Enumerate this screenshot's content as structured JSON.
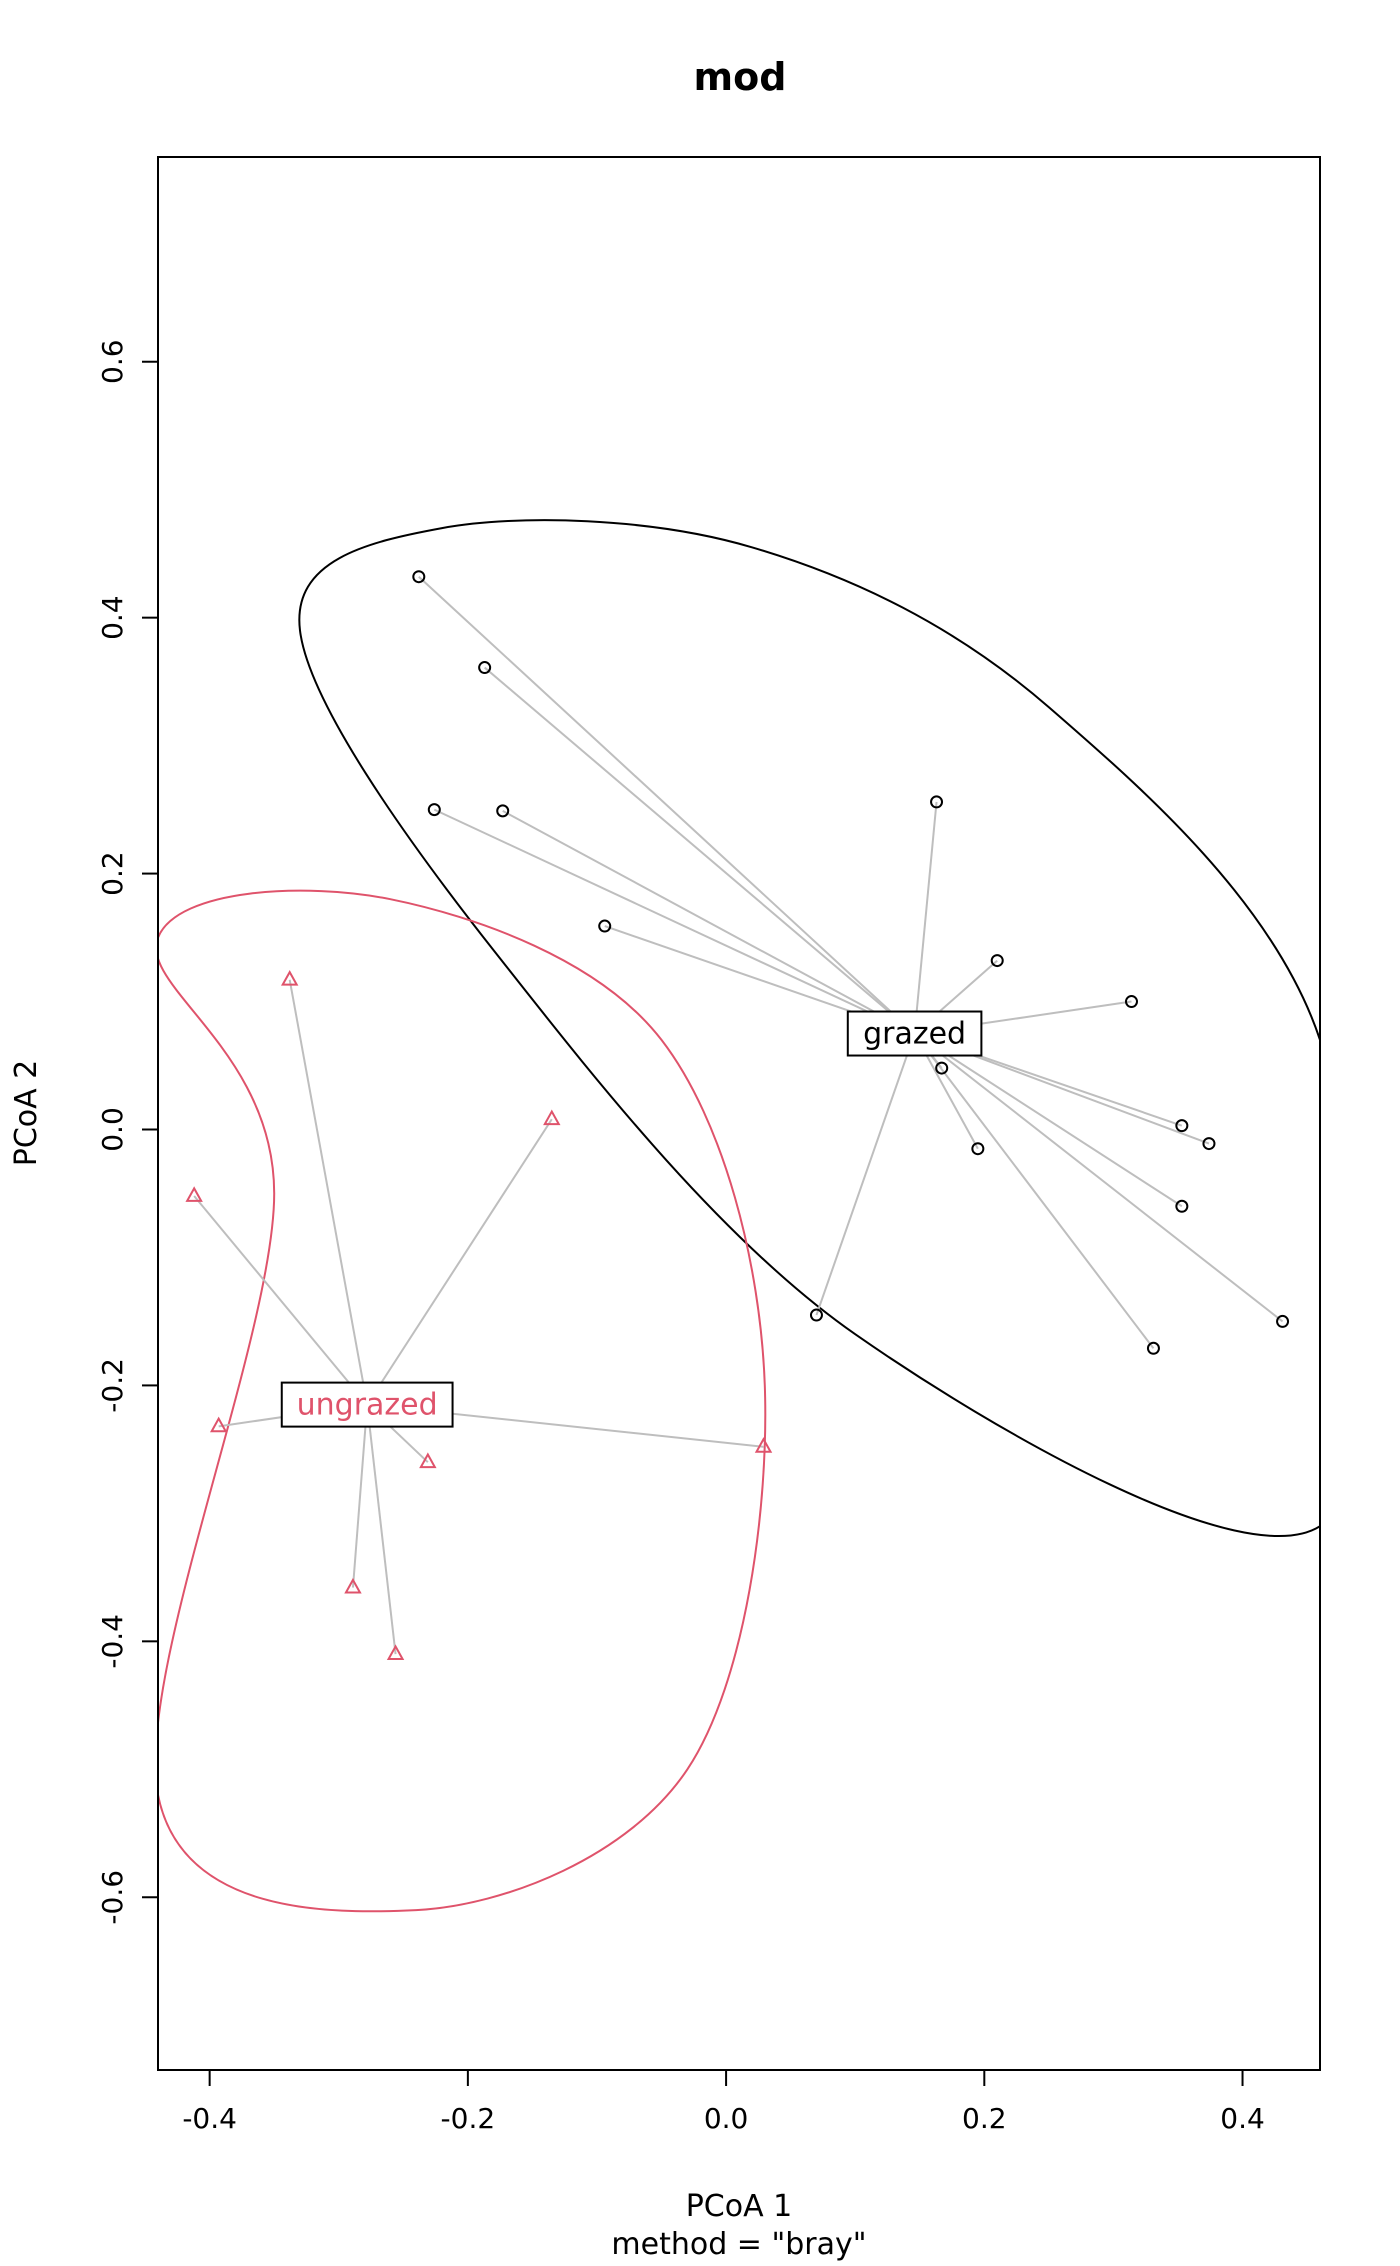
{
  "chart_data": {
    "type": "scatter",
    "title": "mod",
    "xlabel": "PCoA 1",
    "sublabel": "method = \"bray\"",
    "ylabel": "PCoA 2",
    "xlim": [
      -0.44,
      0.46
    ],
    "ylim": [
      -0.735,
      0.76
    ],
    "xticks": [
      -0.4,
      -0.2,
      0.0,
      0.2,
      0.4
    ],
    "yticks": [
      -0.6,
      -0.4,
      -0.2,
      0.0,
      0.2,
      0.4,
      0.6
    ],
    "xtick_labels": [
      "-0.4",
      "-0.2",
      "0.0",
      "0.2",
      "0.4"
    ],
    "ytick_labels": [
      "-0.6",
      "-0.4",
      "-0.2",
      "0.0",
      "0.2",
      "0.4",
      "0.6"
    ],
    "grid": false,
    "series": [
      {
        "name": "grazed",
        "color": "#000000",
        "marker": "circle",
        "centroid": [
          0.146,
          0.075
        ],
        "points": [
          [
            -0.238,
            0.432
          ],
          [
            -0.187,
            0.361
          ],
          [
            -0.226,
            0.25
          ],
          [
            -0.173,
            0.249
          ],
          [
            -0.094,
            0.159
          ],
          [
            0.163,
            0.256
          ],
          [
            0.21,
            0.132
          ],
          [
            0.314,
            0.1
          ],
          [
            0.167,
            0.048
          ],
          [
            0.353,
            0.003
          ],
          [
            0.374,
            -0.011
          ],
          [
            0.195,
            -0.015
          ],
          [
            0.353,
            -0.06
          ],
          [
            0.07,
            -0.145
          ],
          [
            0.331,
            -0.171
          ],
          [
            0.431,
            -0.15
          ]
        ],
        "ellipse": [
          [
            -0.22,
            0.47
          ],
          [
            0.02,
            0.455
          ],
          [
            0.25,
            0.33
          ],
          [
            0.46,
            0.07
          ],
          [
            0.46,
            -0.31
          ],
          [
            0.1,
            -0.16
          ],
          [
            -0.18,
            0.14
          ],
          [
            -0.33,
            0.39
          ]
        ]
      },
      {
        "name": "ungrazed",
        "color": "#DF536B",
        "marker": "triangle",
        "centroid": [
          -0.278,
          -0.215
        ],
        "points": [
          [
            -0.338,
            0.117
          ],
          [
            -0.135,
            0.008
          ],
          [
            -0.412,
            -0.052
          ],
          [
            -0.393,
            -0.232
          ],
          [
            -0.231,
            -0.26
          ],
          [
            0.029,
            -0.248
          ],
          [
            -0.289,
            -0.358
          ],
          [
            -0.256,
            -0.41
          ]
        ],
        "ellipse": [
          [
            -0.44,
            0.15
          ],
          [
            -0.26,
            0.18
          ],
          [
            -0.05,
            0.07
          ],
          [
            0.03,
            -0.2
          ],
          [
            -0.03,
            -0.5
          ],
          [
            -0.24,
            -0.61
          ],
          [
            -0.44,
            -0.52
          ],
          [
            -0.35,
            -0.05
          ]
        ]
      }
    ]
  }
}
